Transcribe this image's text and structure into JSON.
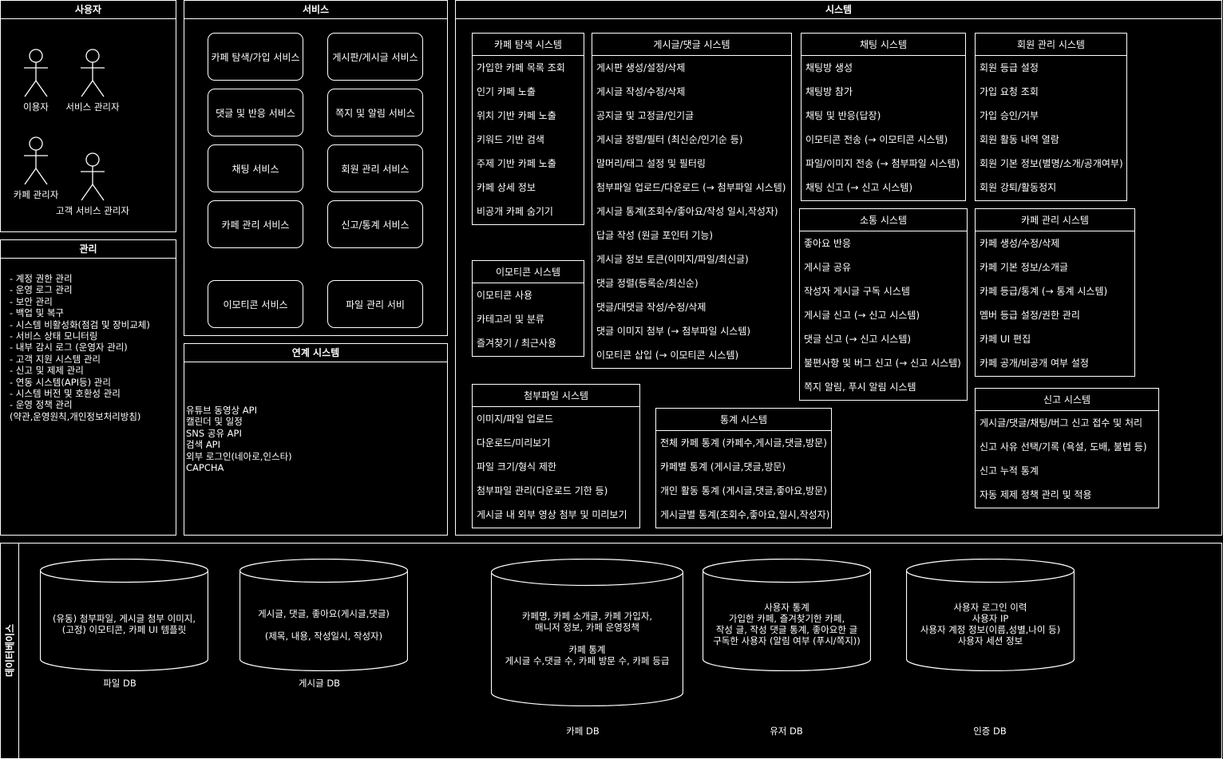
{
  "users": {
    "title": "사용자",
    "actors": [
      "이용자",
      "서비스 관리자",
      "카페 관리자",
      "고객 서비스 관리자"
    ]
  },
  "services": {
    "title": "서비스",
    "items": [
      "카페 탐색/가입 서비스",
      "게시판/게시글 서비스",
      "댓글 및 반응 서비스",
      "쪽지 및 알림 서비스",
      "채팅 서비스",
      "회원 관리 서비스",
      "카페 관리 서비스",
      "신고/통계 서비스",
      "이모티콘 서비스",
      "파일 관리 서비"
    ]
  },
  "management": {
    "title": "관리",
    "text": "- 계정 권한 관리\n- 운영 로그 관리\n- 보안 관리\n- 백업 및 복구\n- 시스템 비활성화(점검 및 장비교체)\n- 서비스 상태 모니터링\n- 내부 감시 로그 (운영자 관리)\n- 고객 지원 시스템 관리\n- 신고 및 제제 관리\n- 연동 시스템(API등) 관리\n- 시스템 버전 및 호환성 관리\n- 운영 정책 관리\n(약관,운영원칙,개인정보처리방침)"
  },
  "linked": {
    "title": "연계 시스템",
    "text": "유튜브 동영상 API\n캘린더 및 일정\nSNS 공유 API\n검색 API\n외부 로그인(네아로,인스타)\nCAPCHA"
  },
  "system": {
    "title": "시스템",
    "cafe_explore": {
      "title": "카페 탐색 시스템",
      "rows": [
        "가입한 카페 목록 조회",
        "인기 카페 노출",
        "위치 기반 카페 노출",
        "키워드 기반 검색",
        "주제 기반 카페 노출",
        "카페 상세 정보",
        "비공개 카페 숨기기"
      ]
    },
    "post_comment": {
      "title": "게시글/댓글 시스템",
      "rows": [
        "게시판 생성/설정/삭제",
        "게시글 작성/수정/삭제",
        "공지글 및 고정글/인기글",
        "게시글 정렬/필터 (최신순/인기순 등)",
        "말머리/태그 설정 및 필터링",
        "첨부파일 업로드/다운로드 (→ 첨부파일 시스템)",
        "게시글 통계(조회수/좋아요/작성 일시,작성자)",
        "답글 작성 (원글 포인터 기능)",
        "게시글 정보 토큰(이미지/파일/최신글)",
        "댓글 정렬(등록순/최신순)",
        "댓글/대댓글 작성/수정/삭제",
        "댓글 이미지 첨부 (→ 첨부파일 시스템)",
        "이모티콘 삽입 (→ 이모티콘 시스템)"
      ]
    },
    "chat": {
      "title": "채팅 시스템",
      "rows": [
        "채팅방 생성",
        "채팅방 참가",
        "채팅 및 반응(답장)",
        "이모티콘 전송 (→ 이모티콘 시스템)",
        "파일/이미지 전송 (→ 첨부파일 시스템)",
        "채팅 신고 (→ 신고 시스템)"
      ]
    },
    "member": {
      "title": "회원 관리 시스템",
      "rows": [
        "회원 등급 설정",
        "가입 요청 조회",
        "가입 승인/거부",
        "회원 활동 내역 열람",
        "회원 기본 정보(별명/소개/공개여부)",
        "회원 강퇴/활동정지"
      ]
    },
    "emoticon": {
      "title": "이모티콘 시스템",
      "rows": [
        "이모티콘 사용",
        "카테고리 및 분류",
        "즐겨찾기 / 최근사용"
      ]
    },
    "communication": {
      "title": "소통 시스템",
      "rows": [
        "좋아요 반응",
        "게시글 공유",
        "작성자 게시글 구독 시스템",
        "게시글 신고 (→ 신고 시스템)",
        "댓글 신고 (→ 신고 시스템)",
        "불편사항 및 버그 신고 (→ 신고 시스템)",
        "쪽지 알림, 푸시 알림 시스템"
      ]
    },
    "cafe_manage": {
      "title": "카페 관리 시스템",
      "rows": [
        "카페 생성/수정/삭제",
        "카페 기본 정보/소개글",
        "카페 등급/통계 (→ 통계 시스템)",
        "멤버 등급 설정/권한 관리",
        "카페 UI 편집",
        "카페 공개/비공개 여부 설정"
      ]
    },
    "attachment": {
      "title": "첨부파일 시스템",
      "rows": [
        "이미지/파일 업로드",
        "다운로드/미리보기",
        "파일 크기/형식 제한",
        "첨부파일 관리(다운로드 기한 등)",
        "게시글 내 외부 영상 첨부 및 미리보기"
      ]
    },
    "stats": {
      "title": "통계 시스템",
      "rows": [
        "전체 카페 통계 (카페수,게시글,댓글,방문)",
        "카페별 통계 (게시글,댓글,방문)",
        "개인 활동 통계 (게시글,댓글,좋아요,방문)",
        "게시글별 통계(조회수,좋아요,일시,작성자)"
      ]
    },
    "report": {
      "title": "신고 시스템",
      "rows": [
        "게시글/댓글/채팅/버그 신고 접수 및 처리",
        "신고 사유 선택/기록 (욕설, 도배, 불법 등)",
        "신고 누적 통계",
        "자동 제제 정책 관리 및 적용"
      ]
    }
  },
  "database": {
    "title": "데이터베이스",
    "dbs": [
      {
        "text": "(유동) 첨부파일, 게시글 첨부 이미지,\n(고정) 이모티콘, 카페 UI 템플릿",
        "label": "파일 DB"
      },
      {
        "text": "게시글, 댓글, 좋아요(게시글,댓글)\n\n(제목, 내용, 작성일시, 작성자)",
        "label": "게시글 DB"
      },
      {
        "text": "카페명, 카페 소개글, 카페 가입자,\n매니저 정보, 카페 운영정책\n\n카페 통계\n게시글 수,댓글 수, 카페 방문 수, 카페 등급",
        "label": "카페 DB"
      },
      {
        "text": "사용자 통계\n가입한 카페, 즐겨찾기한 카페,\n작성 글, 작성 댓글 통계, 좋아요한 글\n구독한 사용자 (알림 여부 (푸시/쪽지))",
        "label": "유저 DB"
      },
      {
        "text": "사용자 로그인 이력\n사용자 IP\n사용자 계정 정보(이름,성별,나이 등)\n사용자 세션 정보",
        "label": "인증 DB"
      }
    ]
  }
}
